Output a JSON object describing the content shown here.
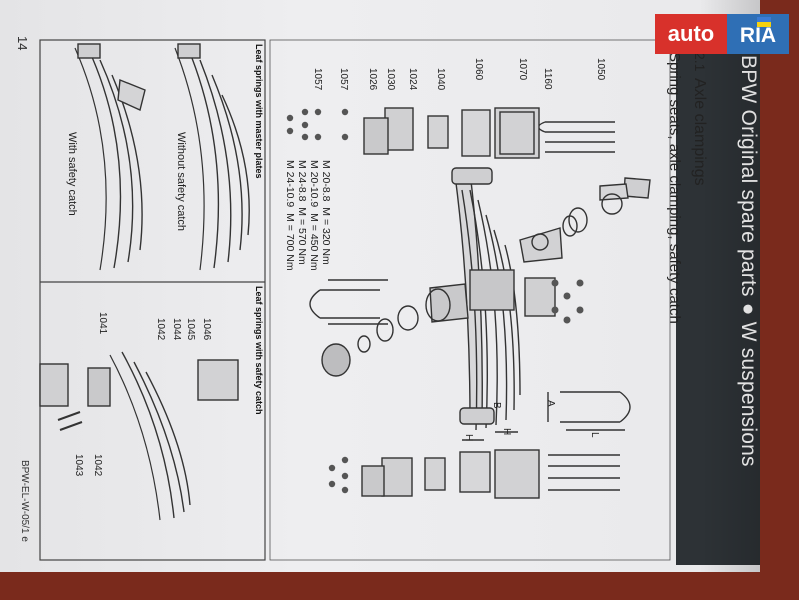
{
  "header": {
    "title": "BPW Original spare parts ● W suspensions",
    "section_number": "2.1",
    "section_title": "Axle clampings",
    "section_subtitle": "Spring seats, axle clamping, safety catch"
  },
  "footer": {
    "page_number": "14",
    "doc_code": "BPW-EL-W-05/1 e"
  },
  "part_numbers": [
    "1050",
    "1160",
    "1070",
    "1060",
    "1040",
    "1024",
    "1030",
    "1026",
    "1057",
    "1057",
    "1046",
    "1045",
    "1044",
    "1042",
    "1041",
    "1042",
    "1043"
  ],
  "torques": [
    {
      "spec": "M 20-8.8",
      "value": "M = 320 Nm"
    },
    {
      "spec": "M 20-10.9",
      "value": "M = 450 Nm"
    },
    {
      "spec": "M 24-8.8",
      "value": "M = 570 Nm"
    },
    {
      "spec": "M 24-10.9",
      "value": "M = 700 Nm"
    }
  ],
  "dimensions": {
    "a": "A",
    "l": "L",
    "h1": "H",
    "h2": "H",
    "b": "B"
  },
  "panels": {
    "master_plates": {
      "title": "Leaf springs with master plates",
      "without_catch": "Without safety catch",
      "with_catch": "With safety catch"
    },
    "safety_catch": {
      "title": "Leaf springs with safety catch"
    }
  },
  "watermark": {
    "left": "auto",
    "right": "RIA"
  },
  "colors": {
    "background": "#7a2a1c",
    "paper": "#ececee",
    "header_band": "#2d3236",
    "watermark_red": "#d8312b",
    "watermark_blue": "#2f6fb5"
  }
}
